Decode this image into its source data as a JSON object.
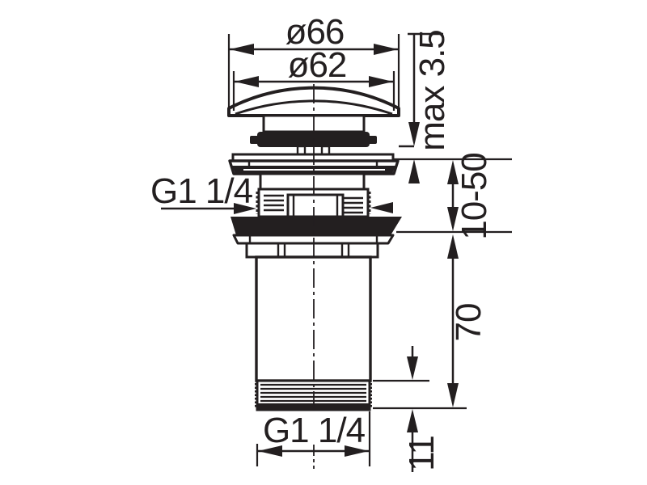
{
  "drawing": {
    "background": "#ffffff",
    "line_color": "#231f20",
    "dimensions": {
      "cap_outer_diameter": "ø66",
      "cap_top_diameter": "ø62",
      "max_clearance": "max 3.5",
      "clamping_range": "10-50",
      "body_length": "70",
      "bottom_thread_length": "11",
      "side_thread": "G1 1/4",
      "bottom_thread": "G1 1/4"
    }
  }
}
